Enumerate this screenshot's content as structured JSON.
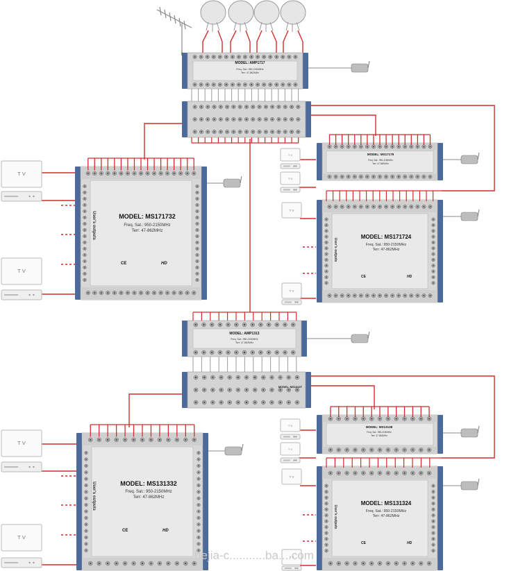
{
  "colors": {
    "cable": "#d42a2a",
    "panel": "#e9e9e9",
    "frame": "#4d6a9c",
    "connector": "#a9a9a9",
    "tv_frame": "#b8b8b8"
  },
  "icons": [
    "satellite-dish-icon",
    "terrestrial-antenna-icon",
    "power-adapter-icon",
    "tv-icon",
    "set-top-box-icon"
  ],
  "devices": {
    "amp_top": {
      "model": "MODEL: AMP1717",
      "spec1": "Freq. Sat.: 950-2150MHz",
      "spec2": "Terr: 47-862MHz"
    },
    "cascade_top": {
      "model": "",
      "spec1": "",
      "spec2": ""
    },
    "ms_big_left_top": {
      "model": "MODEL: MS171732",
      "spec1": "Freq. Sat.: 950-2150MHz",
      "spec2": "Terr: 47-862MHz",
      "side": "User's outputs"
    },
    "ms_small_right_top": {
      "model": "MODEL: MS17178",
      "spec1": "Freq. Sat.: 950-2150MHz",
      "spec2": "Terr: 47-862MHz"
    },
    "ms_med_right_top": {
      "model": "MODEL: MS171724",
      "spec1": "Freq. Sat.: 950-2150MHz",
      "spec2": "Terr: 47-862MHz",
      "side": "User's outputs"
    },
    "amp_mid": {
      "model": "MODEL: AMP1313",
      "spec1": "Freq. Sat.: 950-2150MHz",
      "spec2": "Terr: 47-862MHz"
    },
    "cascade_mid": {
      "model": "MODEL: MS1313T",
      "spec1": "",
      "spec2": ""
    },
    "ms_big_left_bot": {
      "model": "MODEL: MS131332",
      "spec1": "Freq. Sat.: 950-2150MHz",
      "spec2": "Terr: 47-862MHz",
      "side": "User's outputs"
    },
    "ms_small_right_bot": {
      "model": "MODEL: MS13138",
      "spec1": "Freq. Sat.: 950-2150MHz",
      "spec2": "Terr: 47-862MHz"
    },
    "ms_med_right_bot": {
      "model": "MODEL: MS131324",
      "spec1": "Freq. Sat.: 950-2150MHz",
      "spec2": "Terr: 47-862MHz",
      "side": "User's outputs"
    }
  },
  "tv_label": "T V",
  "badges": {
    "ce": "CE",
    "hd": "HD"
  },
  "watermark": "hejia-c...........ba....com"
}
